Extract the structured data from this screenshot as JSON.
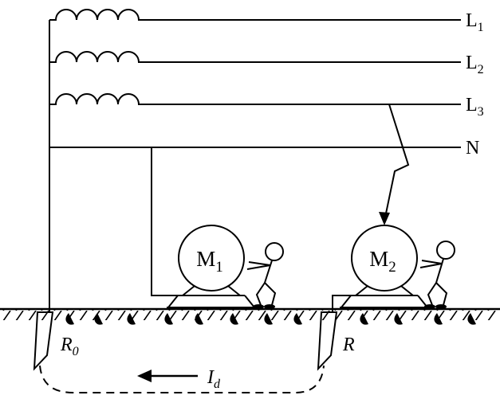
{
  "colors": {
    "ink": "#000000",
    "paper": "#ffffff"
  },
  "labels": {
    "l1": {
      "base": "L",
      "sub": "1"
    },
    "l2": {
      "base": "L",
      "sub": "2"
    },
    "l3": {
      "base": "L",
      "sub": "3"
    },
    "n": {
      "base": "N",
      "sub": ""
    },
    "m1": {
      "base": "M",
      "sub": "1"
    },
    "m2": {
      "base": "M",
      "sub": "2"
    },
    "r0": {
      "base": "R",
      "sub": "0"
    },
    "r": {
      "base": "R",
      "sub": ""
    },
    "id": {
      "base": "I",
      "sub": "d"
    }
  }
}
